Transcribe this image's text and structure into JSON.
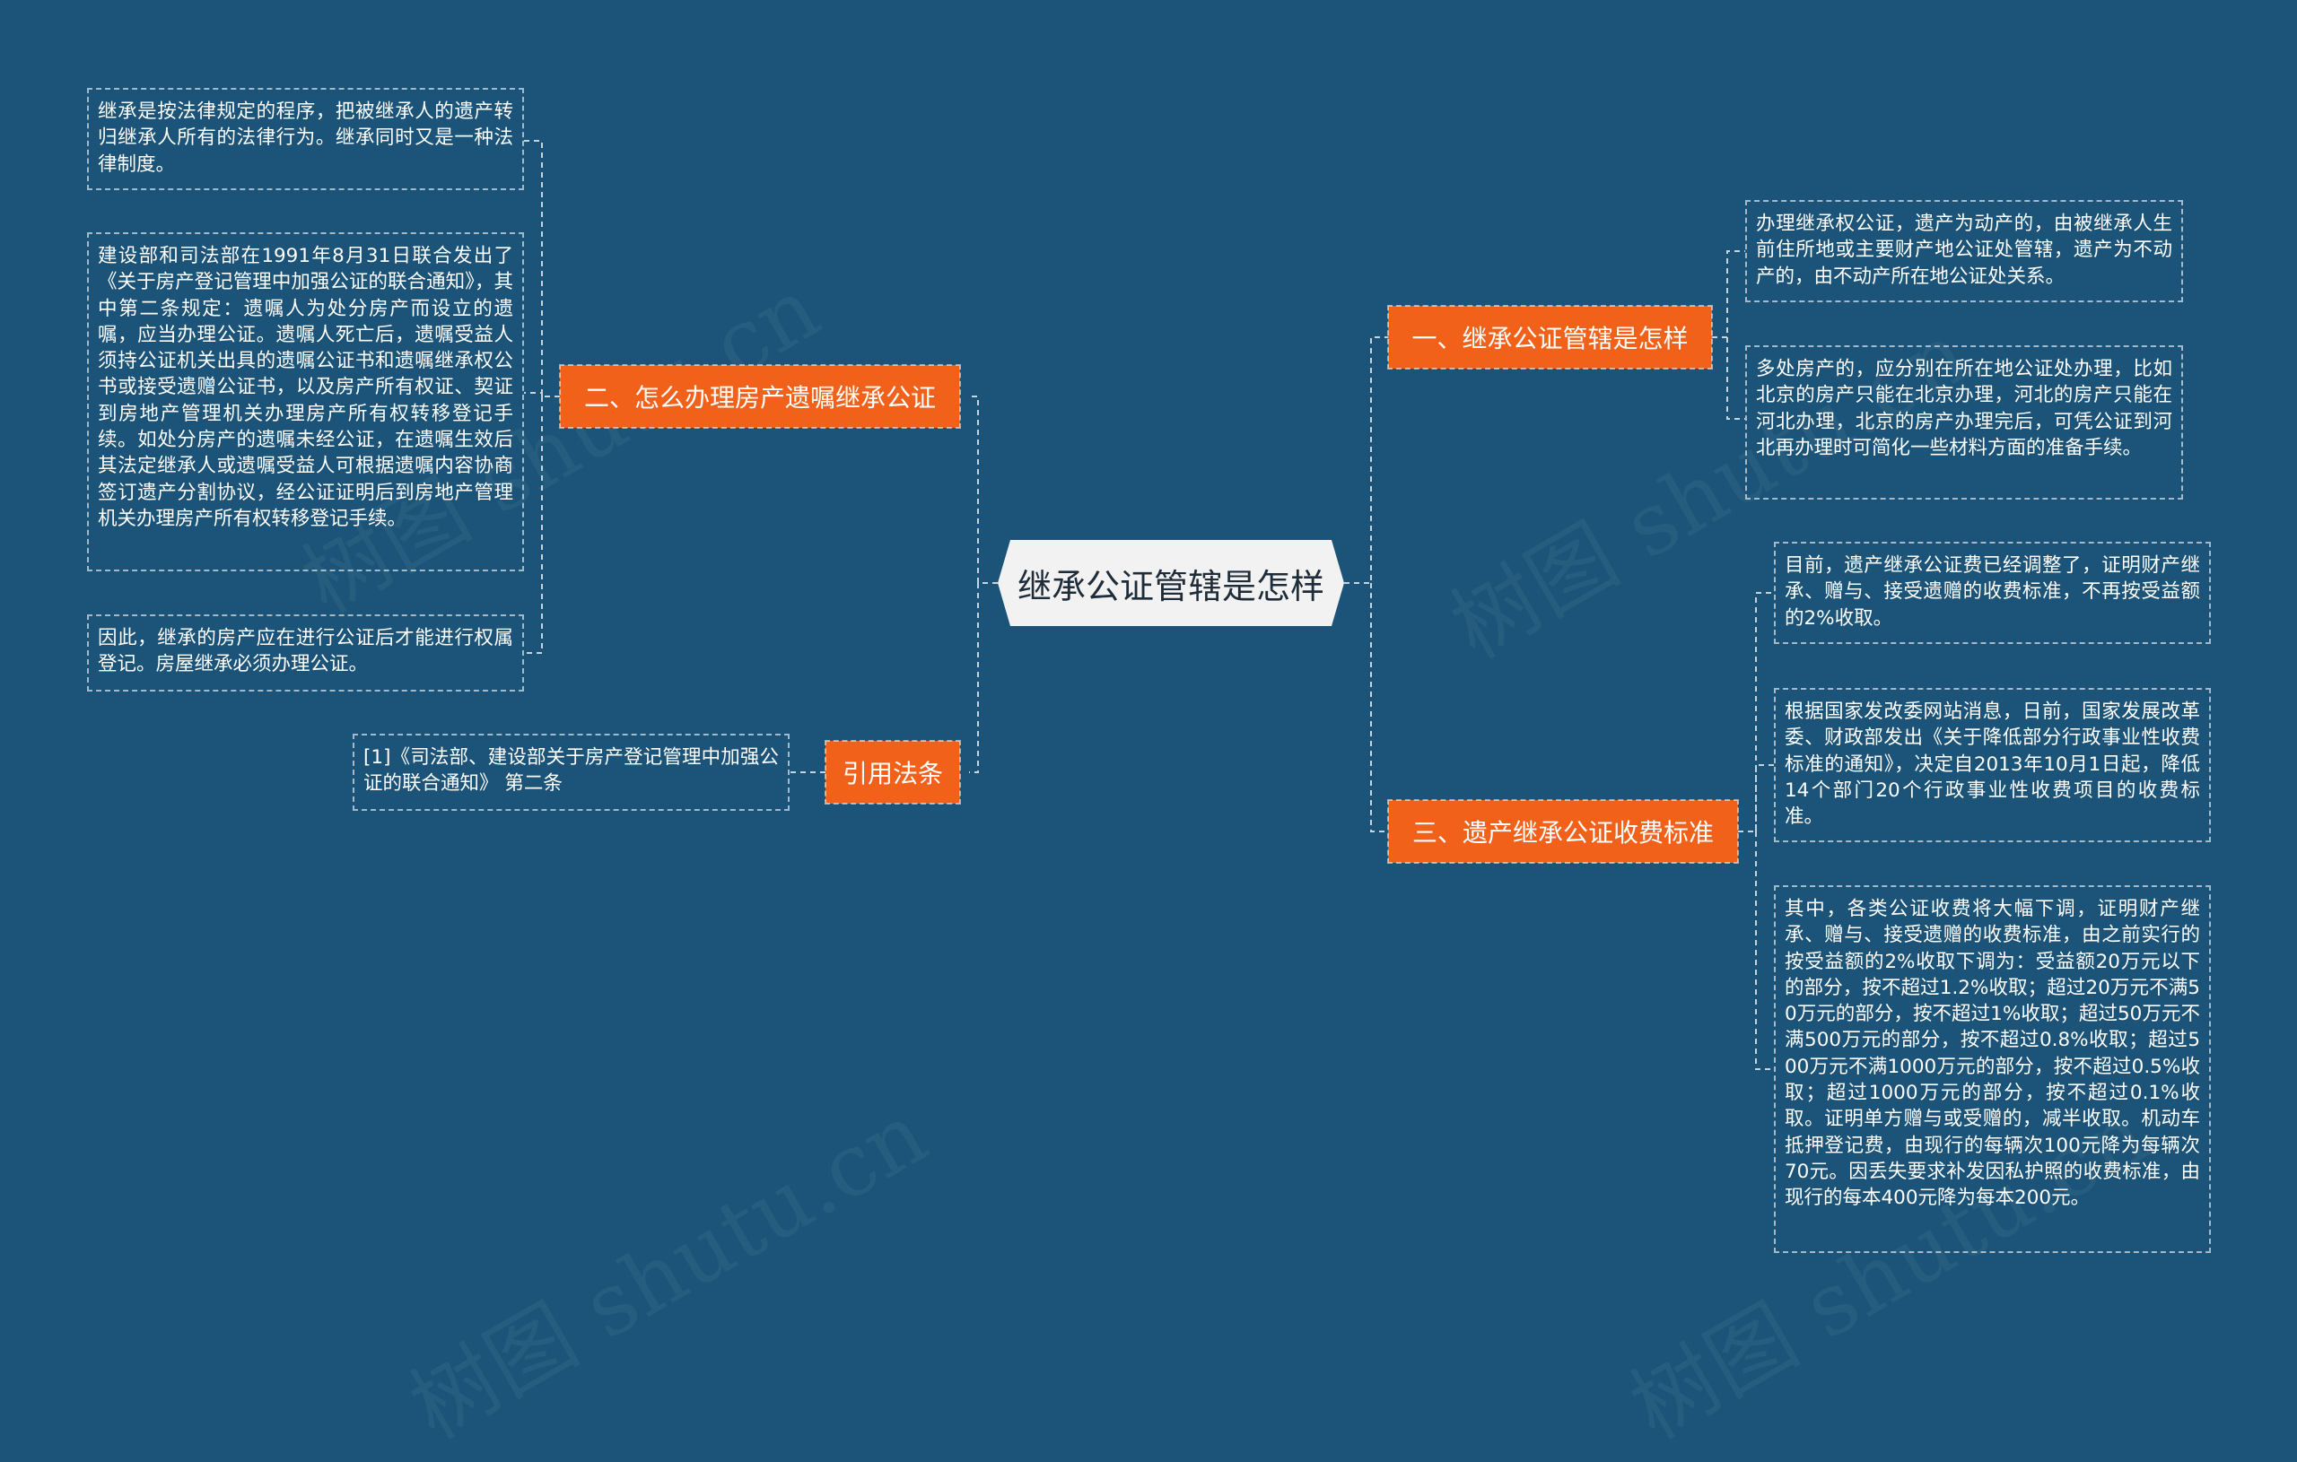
{
  "center": {
    "title": "继承公证管辖是怎样"
  },
  "topics": {
    "t1": "一、继承公证管辖是怎样",
    "t2": "二、怎么办理房产遗嘱继承公证",
    "t3": "三、遗产继承公证收费标准",
    "t4": "引用法条"
  },
  "leaves": {
    "t1_a": "办理继承权公证，遗产为动产的，由被继承人生前住所地或主要财产地公证处管辖，遗产为不动产的，由不动产所在地公证处关系。",
    "t1_b": "多处房产的，应分别在所在地公证处办理，比如北京的房产只能在北京办理，河北的房产只能在河北办理，北京的房产办理完后，可凭公证到河北再办理时可简化一些材料方面的准备手续。",
    "t2_a": "继承是按法律规定的程序，把被继承人的遗产转归继承人所有的法律行为。继承同时又是一种法律制度。",
    "t2_b": "建设部和司法部在1991年8月31日联合发出了《关于房产登记管理中加强公证的联合通知》，其中第二条规定：遗嘱人为处分房产而设立的遗嘱，应当办理公证。遗嘱人死亡后，遗嘱受益人须持公证机关出具的遗嘱公证书和遗嘱继承权公书或接受遗赠公证书，以及房产所有权证、契证到房地产管理机关办理房产所有权转移登记手续。如处分房产的遗嘱未经公证，在遗嘱生效后其法定继承人或遗嘱受益人可根据遗嘱内容协商签订遗产分割协议，经公证证明后到房地产管理机关办理房产所有权转移登记手续。",
    "t2_c": "因此，继承的房产应在进行公证后才能进行权属登记。房屋继承必须办理公证。",
    "t3_a": "目前，遗产继承公证费已经调整了，证明财产继承、赠与、接受遗赠的收费标准，不再按受益额的2%收取。",
    "t3_b": "根据国家发改委网站消息，日前，国家发展改革委、财政部发出《关于降低部分行政事业性收费标准的通知》，决定自2013年10月1日起，降低14个部门20个行政事业性收费项目的收费标准。",
    "t3_c": "其中，各类公证收费将大幅下调，证明财产继承、赠与、接受遗赠的收费标准，由之前实行的按受益额的2%收取下调为：受益额20万元以下的部分，按不超过1.2%收取；超过20万元不满50万元的部分，按不超过1%收取；超过50万元不满500万元的部分，按不超过0.8%收取；超过500万元不满1000万元的部分，按不超过0.5%收取；超过1000万元的部分，按不超过0.1%收取。证明单方赠与或受赠的，减半收取。机动车抵押登记费，由现行的每辆次100元降为每辆次70元。因丢失要求补发因私护照的收费标准，由现行的每本400元降为每本200元。",
    "t4_a": "[1]《司法部、建设部关于房产登记管理中加强公证的联合通知》 第二条"
  },
  "watermark": "树图 shutu.cn",
  "colors": {
    "background": "#1b5478",
    "topic": "#f2611a",
    "center": "#f2f2f2",
    "connector": "#ffffff"
  }
}
